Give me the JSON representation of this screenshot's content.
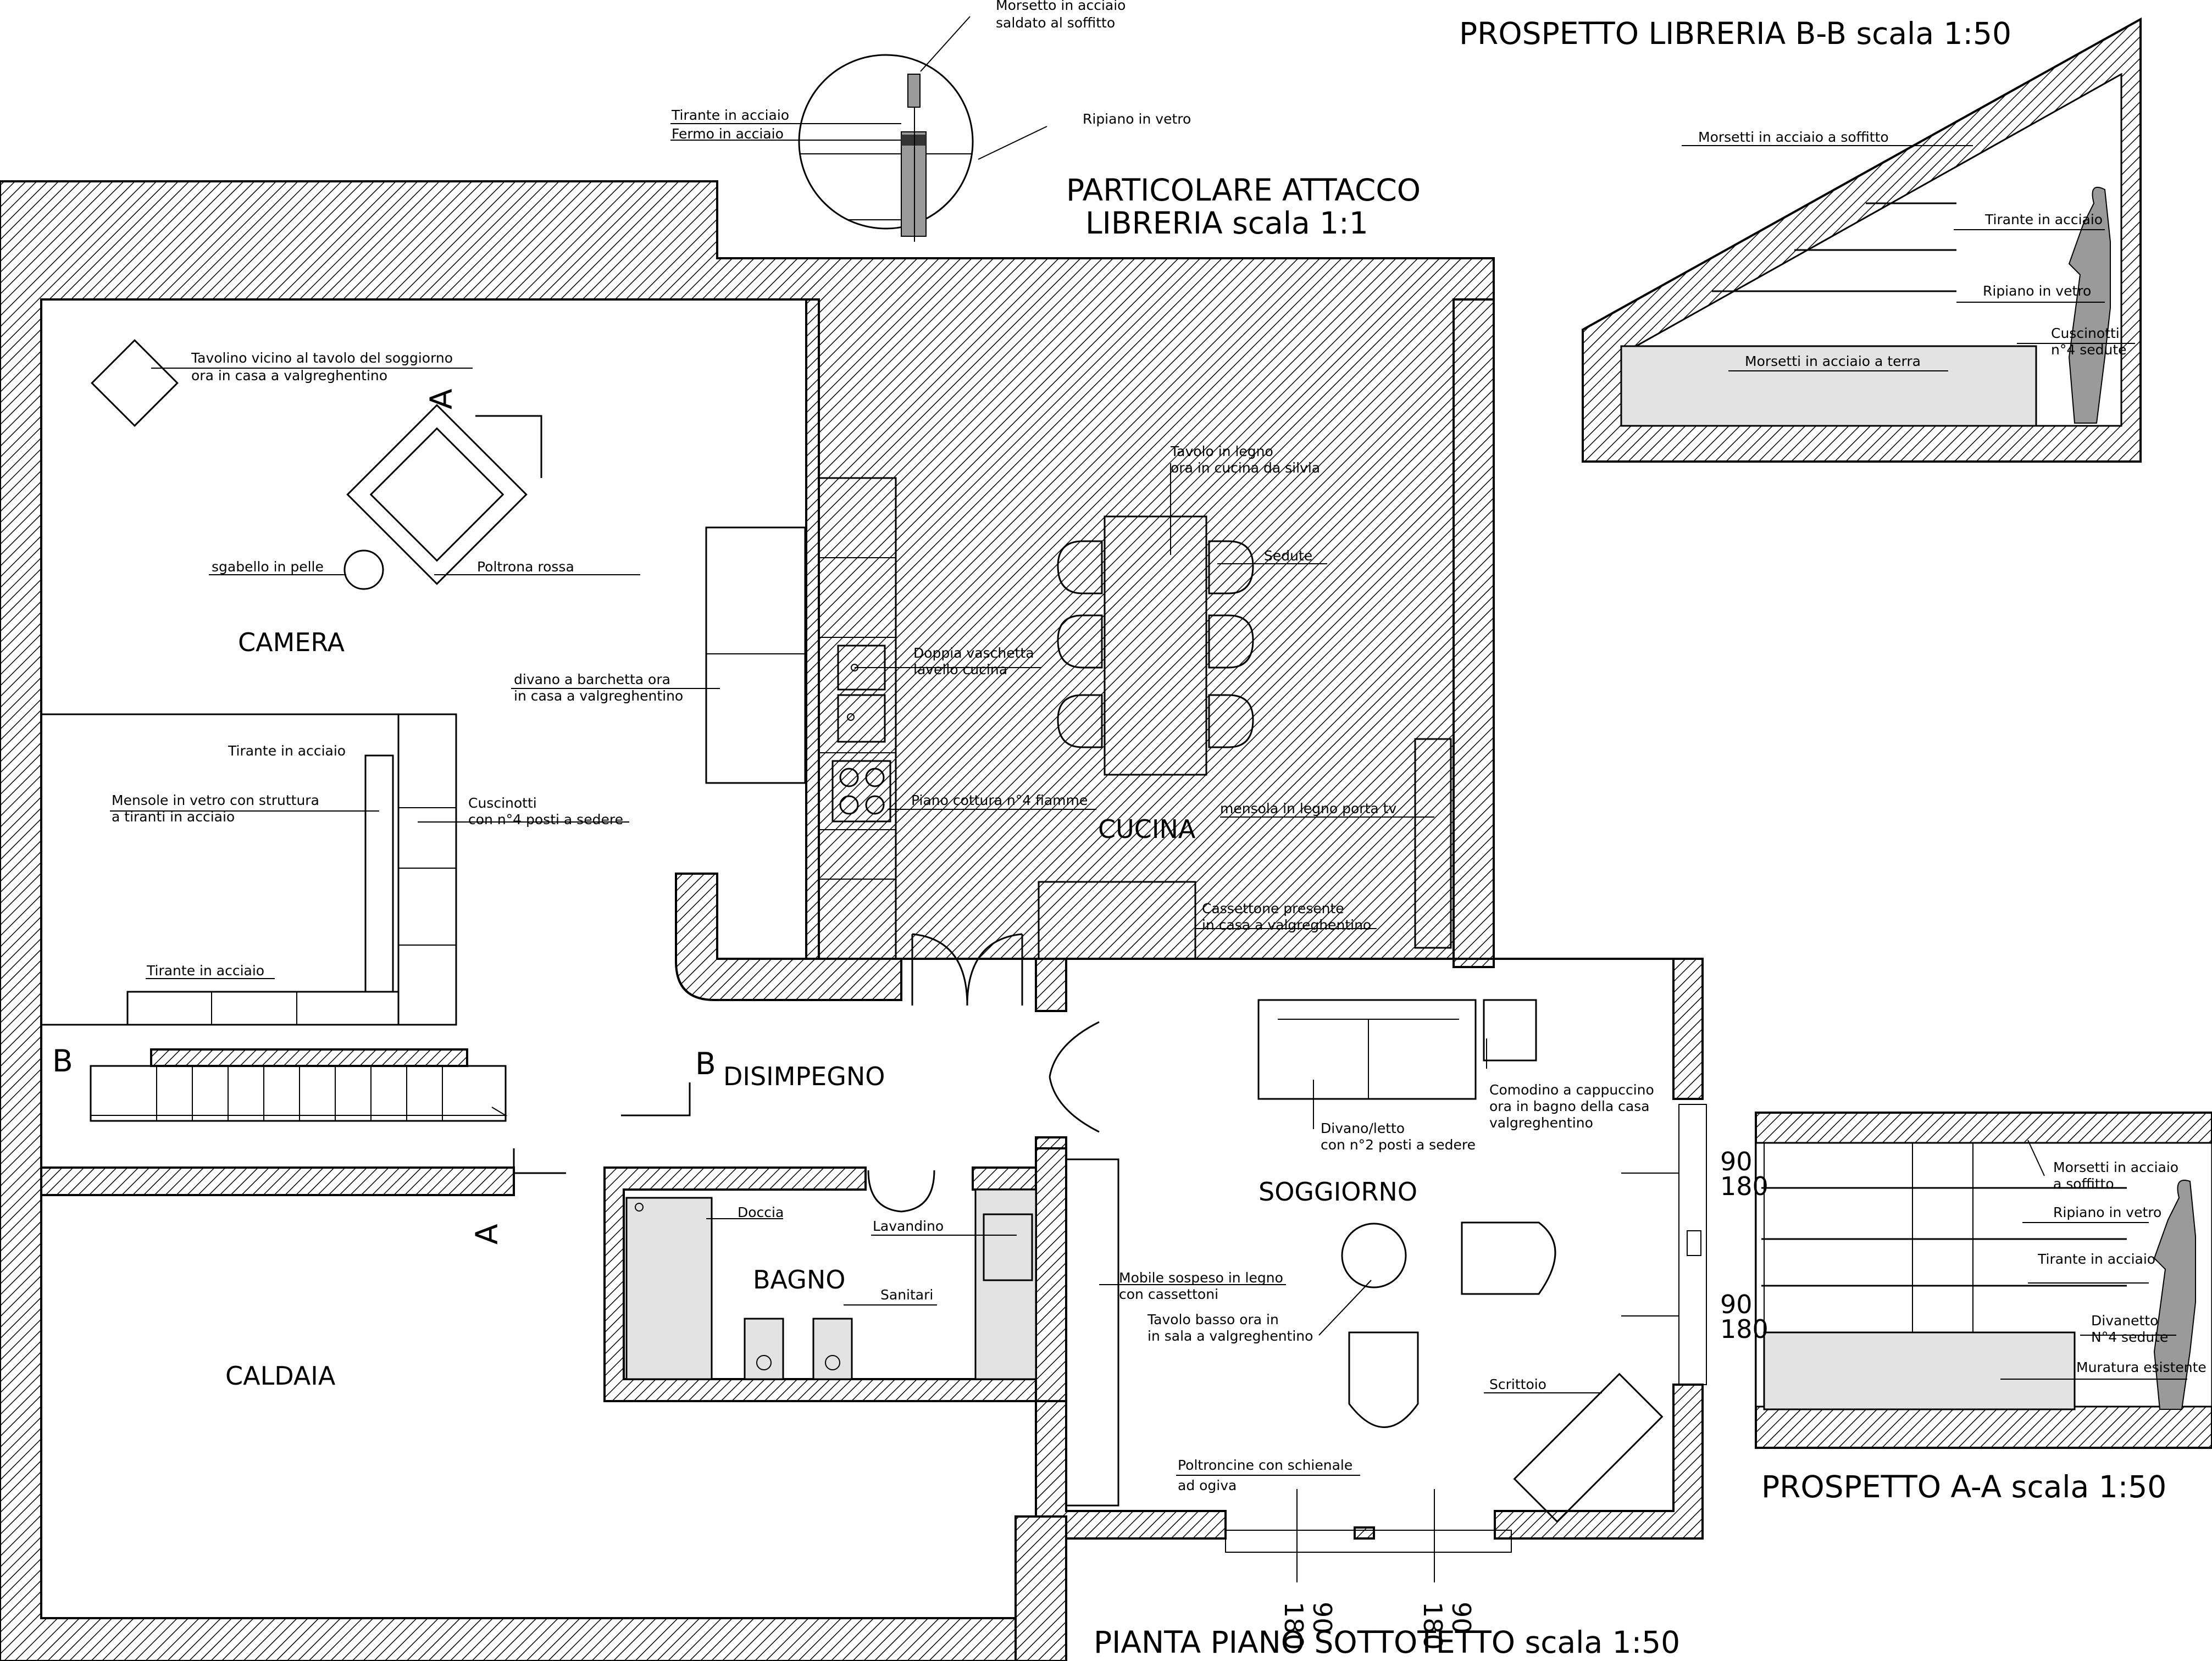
{
  "titles": {
    "pianta": "PIANTA PIANO SOTTOTETTO scala 1:50",
    "particolare_1": "PARTICOLARE ATTACCO",
    "particolare_2": "LIBRERIA scala 1:1",
    "prospetto_bb": "PROSPETTO LIBRERIA B-B scala 1:50",
    "prospetto_aa": "PROSPETTO A-A scala 1:50"
  },
  "rooms": {
    "camera": "CAMERA",
    "cucina": "CUCINA",
    "disimpegno": "DISIMPEGNO",
    "soggiorno": "SOGGIORNO",
    "bagno": "BAGNO",
    "caldaia": "CALDAIA"
  },
  "section_marks": {
    "a": "A",
    "b": "B"
  },
  "dimensions": {
    "d90": "90",
    "d180": "180"
  },
  "labels": {
    "tavolino_1": "Tavolino vicino al tavolo del soggiorno",
    "tavolino_2": "ora in casa a valgreghentino",
    "sgabello": "sgabello in pelle",
    "poltrona": "Poltrona rossa",
    "divano_barchetta_1": "divano a barchetta ora",
    "divano_barchetta_2": "in casa a valgreghentino",
    "tirante": "Tirante in acciaio",
    "mensole_1": "Mensole in vetro con struttura",
    "mensole_2": "a tiranti in acciaio",
    "cuscinotti_1": "Cuscinotti",
    "cuscinotti_2": "con n°4 posti a sedere",
    "tavolo_legno_1": "Tavolo in legno",
    "tavolo_legno_2": "ora in cucina da silvia",
    "sedute": "Sedute",
    "vaschetta_1": "Doppia vaschetta",
    "vaschetta_2": "lavello cucina",
    "piano_cottura": "Piano cottura n°4 fiamme",
    "mensola_tv": "mensola in legno porta tv",
    "cassettone_1": "Cassettone presente",
    "cassettone_2": "in casa a valgreghentino",
    "divano_letto_1": "Divano/letto",
    "divano_letto_2": "con n°2 posti a sedere",
    "comodino_1": "Comodino a cappuccino",
    "comodino_2": "ora in bagno della casa",
    "comodino_3": "valgreghentino",
    "doccia": "Doccia",
    "lavandino": "Lavandino",
    "sanitari": "Sanitari",
    "mobile_1": "Mobile sospeso in legno",
    "mobile_2": "con cassettoni",
    "tavolo_basso_1": "Tavolo basso ora in",
    "tavolo_basso_2": "in sala a valgreghentino",
    "scrittoio": "Scrittoio",
    "poltroncine_1": "Poltroncine con schienale",
    "poltroncine_2": "ad ogiva",
    "morsetto_1": "Morsetto in acciaio",
    "morsetto_2": "saldato al soffitto",
    "fermo": "Fermo in acciaio",
    "ripiano": "Ripiano in vetro",
    "morsetti_soffitto": "Morsetti in acciaio a soffitto",
    "morsetti_terra": "Morsetti in acciaio a terra",
    "cuscinotti_bb_1": "Cuscinotti",
    "cuscinotti_bb_2": "n°4 sedute",
    "morsetti_aa_1": "Morsetti in acciaio",
    "morsetti_aa_2": "a soffitto",
    "divanetto_1": "Divanetto",
    "divanetto_2": "N°4 sedute",
    "muratura": "Muratura esistente"
  }
}
